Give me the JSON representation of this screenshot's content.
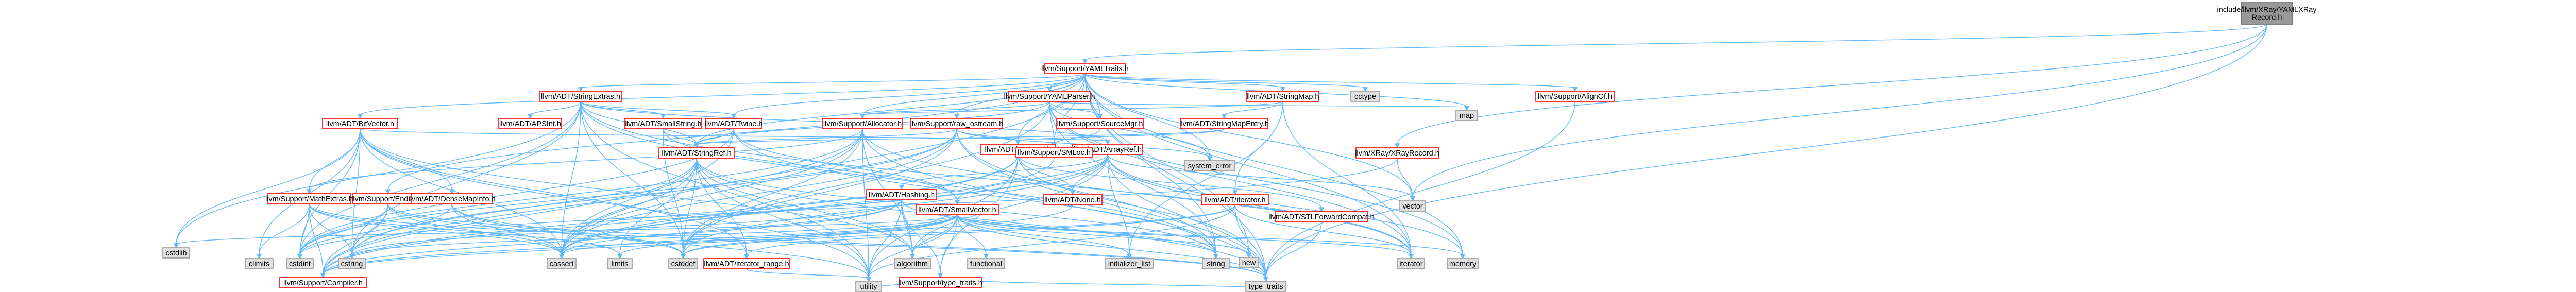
{
  "colors": {
    "root_fill": "#999999",
    "linked_fill": "#ffffff",
    "linked_border": "#ff0000",
    "external_fill": "#e0e0e0",
    "external_border": "#999999",
    "edge": "#63b8ff"
  },
  "nodes": [
    {
      "id": "root",
      "label": "include/llvm/XRay/YAMLXRay\nRecord.h",
      "kind": "root"
    },
    {
      "id": "yamltraits",
      "label": "llvm/Support/YAMLTraits.h",
      "kind": "linked"
    },
    {
      "id": "stringextras",
      "label": "llvm/ADT/StringExtras.h",
      "kind": "linked"
    },
    {
      "id": "yamlparser",
      "label": "llvm/Support/YAMLParser.h",
      "kind": "linked"
    },
    {
      "id": "stringmap",
      "label": "llvm/ADT/StringMap.h",
      "kind": "linked"
    },
    {
      "id": "cctype",
      "label": "cctype",
      "kind": "external"
    },
    {
      "id": "map",
      "label": "map",
      "kind": "external"
    },
    {
      "id": "alignof",
      "label": "llvm/Support/AlignOf.h",
      "kind": "linked"
    },
    {
      "id": "bitvector",
      "label": "llvm/ADT/BitVector.h",
      "kind": "linked"
    },
    {
      "id": "apsint",
      "label": "llvm/ADT/APSInt.h",
      "kind": "linked"
    },
    {
      "id": "smallstring",
      "label": "llvm/ADT/SmallString.h",
      "kind": "linked"
    },
    {
      "id": "twine",
      "label": "llvm/ADT/Twine.h",
      "kind": "linked"
    },
    {
      "id": "allocator",
      "label": "llvm/Support/Allocator.h",
      "kind": "linked"
    },
    {
      "id": "rawostream",
      "label": "llvm/Support/raw_ostream.h",
      "kind": "linked"
    },
    {
      "id": "sourcemgr",
      "label": "llvm/Support/SourceMgr.h",
      "kind": "linked"
    },
    {
      "id": "stringmapentry",
      "label": "llvm/ADT/StringMapEntry.h",
      "kind": "linked"
    },
    {
      "id": "xrayrecord",
      "label": "llvm/XRay/XRayRecord.h",
      "kind": "linked"
    },
    {
      "id": "optional",
      "label": "llvm/ADT/Optional.h",
      "kind": "linked"
    },
    {
      "id": "arrayref",
      "label": "llvm/ADT/ArrayRef.h",
      "kind": "linked"
    },
    {
      "id": "smloc",
      "label": "llvm/Support/SMLoc.h",
      "kind": "linked"
    },
    {
      "id": "stringref",
      "label": "llvm/ADT/StringRef.h",
      "kind": "linked"
    },
    {
      "id": "systemerror",
      "label": "system_error",
      "kind": "external"
    },
    {
      "id": "iterator",
      "label": "llvm/ADT/iterator.h",
      "kind": "linked"
    },
    {
      "id": "stlforward",
      "label": "llvm/ADT/STLForwardCompat.h",
      "kind": "linked"
    },
    {
      "id": "mathextras",
      "label": "llvm/Support/MathExtras.h",
      "kind": "linked"
    },
    {
      "id": "endian",
      "label": "llvm/Support/Endian.h",
      "kind": "linked"
    },
    {
      "id": "densemapinfo",
      "label": "llvm/ADT/DenseMapInfo.h",
      "kind": "linked"
    },
    {
      "id": "hashing",
      "label": "llvm/ADT/Hashing.h",
      "kind": "linked"
    },
    {
      "id": "none",
      "label": "llvm/ADT/None.h",
      "kind": "linked"
    },
    {
      "id": "smallvector",
      "label": "llvm/ADT/SmallVector.h",
      "kind": "linked"
    },
    {
      "id": "vector",
      "label": "vector",
      "kind": "external"
    },
    {
      "id": "new",
      "label": "new",
      "kind": "external"
    },
    {
      "id": "cstdlib",
      "label": "cstdlib",
      "kind": "external"
    },
    {
      "id": "climits",
      "label": "climits",
      "kind": "external"
    },
    {
      "id": "cstdint",
      "label": "cstdint",
      "kind": "external"
    },
    {
      "id": "cstring",
      "label": "cstring",
      "kind": "external"
    },
    {
      "id": "cassert",
      "label": "cassert",
      "kind": "external"
    },
    {
      "id": "limits",
      "label": "limits",
      "kind": "external"
    },
    {
      "id": "cstddef",
      "label": "cstddef",
      "kind": "external"
    },
    {
      "id": "iteratorrange",
      "label": "llvm/ADT/iterator_range.h",
      "kind": "linked"
    },
    {
      "id": "algorithm",
      "label": "algorithm",
      "kind": "external"
    },
    {
      "id": "functional",
      "label": "functional",
      "kind": "external"
    },
    {
      "id": "typetraits_h",
      "label": "llvm/Support/type_traits.h",
      "kind": "linked"
    },
    {
      "id": "initlist",
      "label": "initializer_list",
      "kind": "external"
    },
    {
      "id": "string",
      "label": "string",
      "kind": "external"
    },
    {
      "id": "iteratorstd",
      "label": "iterator",
      "kind": "external"
    },
    {
      "id": "memory",
      "label": "memory",
      "kind": "external"
    },
    {
      "id": "compiler",
      "label": "llvm/Support/Compiler.h",
      "kind": "linked"
    },
    {
      "id": "utility",
      "label": "utility",
      "kind": "external"
    },
    {
      "id": "typetraits",
      "label": "type_traits",
      "kind": "external"
    }
  ],
  "edges": [
    [
      "root",
      "yamltraits"
    ],
    [
      "root",
      "xrayrecord"
    ],
    [
      "root",
      "vector"
    ],
    [
      "root",
      "typetraits"
    ],
    [
      "yamltraits",
      "stringextras"
    ],
    [
      "yamltraits",
      "yamlparser"
    ],
    [
      "yamltraits",
      "stringmap"
    ],
    [
      "yamltraits",
      "cctype"
    ],
    [
      "yamltraits",
      "map"
    ],
    [
      "yamltraits",
      "alignof"
    ],
    [
      "yamltraits",
      "bitvector"
    ],
    [
      "yamltraits",
      "twine"
    ],
    [
      "yamltraits",
      "allocator"
    ],
    [
      "yamltraits",
      "rawostream"
    ],
    [
      "yamltraits",
      "sourcemgr"
    ],
    [
      "yamltraits",
      "optional"
    ],
    [
      "yamltraits",
      "smloc"
    ],
    [
      "yamltraits",
      "stringref"
    ],
    [
      "yamltraits",
      "systemerror"
    ],
    [
      "yamltraits",
      "endian"
    ],
    [
      "yamltraits",
      "vector"
    ],
    [
      "yamltraits",
      "new"
    ],
    [
      "yamltraits",
      "string"
    ],
    [
      "yamltraits",
      "iteratorstd"
    ],
    [
      "yamltraits",
      "memory"
    ],
    [
      "yamltraits",
      "cassert"
    ],
    [
      "yamltraits",
      "typetraits"
    ],
    [
      "stringextras",
      "apsint"
    ],
    [
      "stringextras",
      "arrayref"
    ],
    [
      "stringextras",
      "smallstring"
    ],
    [
      "stringextras",
      "stringref"
    ],
    [
      "stringextras",
      "twine"
    ],
    [
      "stringextras",
      "cassert"
    ],
    [
      "stringextras",
      "cstddef"
    ],
    [
      "stringextras",
      "cstdint"
    ],
    [
      "stringextras",
      "cstdlib"
    ],
    [
      "stringextras",
      "cstring"
    ],
    [
      "stringextras",
      "iteratorstd"
    ],
    [
      "stringextras",
      "string"
    ],
    [
      "stringextras",
      "utility"
    ],
    [
      "yamlparser",
      "stringref"
    ],
    [
      "yamlparser",
      "allocator"
    ],
    [
      "yamlparser",
      "smloc"
    ],
    [
      "yamlparser",
      "sourcemgr"
    ],
    [
      "yamlparser",
      "cstddef"
    ],
    [
      "yamlparser",
      "iteratorstd"
    ],
    [
      "yamlparser",
      "map"
    ],
    [
      "yamlparser",
      "memory"
    ],
    [
      "yamlparser",
      "string"
    ],
    [
      "yamlparser",
      "systemerror"
    ],
    [
      "stringmap",
      "stringmapentry"
    ],
    [
      "stringmap",
      "iterator"
    ],
    [
      "stringmap",
      "allocator"
    ],
    [
      "stringmap",
      "initlist"
    ],
    [
      "stringmap",
      "iteratorstd"
    ],
    [
      "bitvector",
      "arrayref"
    ],
    [
      "bitvector",
      "densemapinfo"
    ],
    [
      "bitvector",
      "iteratorrange"
    ],
    [
      "bitvector",
      "mathextras"
    ],
    [
      "bitvector",
      "algorithm"
    ],
    [
      "bitvector",
      "cassert"
    ],
    [
      "bitvector",
      "climits"
    ],
    [
      "bitvector",
      "cstdint"
    ],
    [
      "bitvector",
      "cstdlib"
    ],
    [
      "bitvector",
      "cstring"
    ],
    [
      "bitvector",
      "utility"
    ],
    [
      "smallstring",
      "smallvector"
    ],
    [
      "smallstring",
      "stringref"
    ],
    [
      "smallstring",
      "cstddef"
    ],
    [
      "twine",
      "smallvector"
    ],
    [
      "twine",
      "stringref"
    ],
    [
      "twine",
      "cassert"
    ],
    [
      "twine",
      "cstdint"
    ],
    [
      "twine",
      "string"
    ],
    [
      "allocator",
      "compiler"
    ],
    [
      "allocator",
      "mathextras"
    ],
    [
      "allocator",
      "algorithm"
    ],
    [
      "allocator",
      "cassert"
    ],
    [
      "allocator",
      "cstddef"
    ],
    [
      "allocator",
      "cstdint"
    ],
    [
      "allocator",
      "iteratorstd"
    ],
    [
      "allocator",
      "utility"
    ],
    [
      "allocator",
      "typetraits"
    ],
    [
      "rawostream",
      "stringref"
    ],
    [
      "rawostream",
      "optional"
    ],
    [
      "rawostream",
      "cassert"
    ],
    [
      "rawostream",
      "cstddef"
    ],
    [
      "rawostream",
      "cstdint"
    ],
    [
      "rawostream",
      "cstring"
    ],
    [
      "rawostream",
      "string"
    ],
    [
      "rawostream",
      "systemerror"
    ],
    [
      "rawostream",
      "typetraits"
    ],
    [
      "sourcemgr",
      "smloc"
    ],
    [
      "sourcemgr",
      "memorybuffer"
    ],
    [
      "stringmapentry",
      "stringref"
    ],
    [
      "stringmapentry",
      "optional"
    ],
    [
      "xrayrecord",
      "vector"
    ],
    [
      "xrayrecord",
      "cstdint"
    ],
    [
      "optional",
      "none"
    ],
    [
      "optional",
      "stlforward"
    ],
    [
      "optional",
      "compiler"
    ],
    [
      "optional",
      "typetraits_h"
    ],
    [
      "optional",
      "cassert"
    ],
    [
      "optional",
      "new"
    ],
    [
      "optional",
      "utility"
    ],
    [
      "arrayref",
      "hashing"
    ],
    [
      "arrayref",
      "none"
    ],
    [
      "arrayref",
      "smallvector"
    ],
    [
      "arrayref",
      "stlextras"
    ],
    [
      "arrayref",
      "compiler"
    ],
    [
      "arrayref",
      "algorithm"
    ],
    [
      "arrayref",
      "array"
    ],
    [
      "arrayref",
      "cassert"
    ],
    [
      "arrayref",
      "cstddef"
    ],
    [
      "arrayref",
      "initlist"
    ],
    [
      "arrayref",
      "iteratorstd"
    ],
    [
      "arrayref",
      "memory"
    ],
    [
      "arrayref",
      "typetraits"
    ],
    [
      "arrayref",
      "vector"
    ],
    [
      "smloc",
      "optional"
    ],
    [
      "smloc",
      "cassert"
    ],
    [
      "stringref",
      "stlfunctional"
    ],
    [
      "stringref",
      "iteratorrange"
    ],
    [
      "stringref",
      "compiler"
    ],
    [
      "stringref",
      "algorithm"
    ],
    [
      "stringref",
      "cassert"
    ],
    [
      "stringref",
      "cstddef"
    ],
    [
      "stringref",
      "cstring"
    ],
    [
      "stringref",
      "limits"
    ],
    [
      "stringref",
      "string"
    ],
    [
      "stringref",
      "typetraits"
    ],
    [
      "stringref",
      "utility"
    ],
    [
      "iterator",
      "iteratorrange"
    ],
    [
      "iterator",
      "cstddef"
    ],
    [
      "iterator",
      "iteratorstd"
    ],
    [
      "iterator",
      "typetraits"
    ],
    [
      "iterator",
      "utility"
    ],
    [
      "stlforward",
      "typetraits"
    ],
    [
      "mathextras",
      "compiler"
    ],
    [
      "mathextras",
      "cassert"
    ],
    [
      "mathextras",
      "climits"
    ],
    [
      "mathextras",
      "cmath"
    ],
    [
      "mathextras",
      "cstdint"
    ],
    [
      "mathextras",
      "cstring"
    ],
    [
      "mathextras",
      "limits"
    ],
    [
      "mathextras",
      "typetraits"
    ],
    [
      "endian",
      "compiler"
    ],
    [
      "endian",
      "cassert"
    ],
    [
      "endian",
      "cstddef"
    ],
    [
      "endian",
      "cstdint"
    ],
    [
      "endian",
      "cstring"
    ],
    [
      "endian",
      "typetraits"
    ],
    [
      "densemapinfo",
      "cassert"
    ],
    [
      "densemapinfo",
      "cstddef"
    ],
    [
      "densemapinfo",
      "cstdint"
    ],
    [
      "densemapinfo",
      "utility"
    ],
    [
      "hashing",
      "compiler"
    ],
    [
      "hashing",
      "typetraits_h"
    ],
    [
      "hashing",
      "algorithm"
    ],
    [
      "hashing",
      "cassert"
    ],
    [
      "hashing",
      "cstring"
    ],
    [
      "hashing",
      "string"
    ],
    [
      "hashing",
      "tuple"
    ],
    [
      "hashing",
      "utility"
    ],
    [
      "none",
      "compiler"
    ],
    [
      "smallvector",
      "compiler"
    ],
    [
      "smallvector",
      "typetraits_h"
    ],
    [
      "smallvector",
      "algorithm"
    ],
    [
      "smallvector",
      "cassert"
    ],
    [
      "smallvector",
      "cstddef"
    ],
    [
      "smallvector",
      "cstdlib"
    ],
    [
      "smallvector",
      "cstring"
    ],
    [
      "smallvector",
      "functional"
    ],
    [
      "smallvector",
      "initlist"
    ],
    [
      "smallvector",
      "iteratorstd"
    ],
    [
      "smallvector",
      "limits"
    ],
    [
      "smallvector",
      "memory"
    ],
    [
      "smallvector",
      "new"
    ],
    [
      "smallvector",
      "typetraits"
    ],
    [
      "smallvector",
      "utility"
    ],
    [
      "iteratorrange",
      "utility"
    ],
    [
      "typetraits_h",
      "typetraits"
    ],
    [
      "typetraits_h",
      "utility"
    ],
    [
      "alignof",
      "typetraits"
    ]
  ]
}
